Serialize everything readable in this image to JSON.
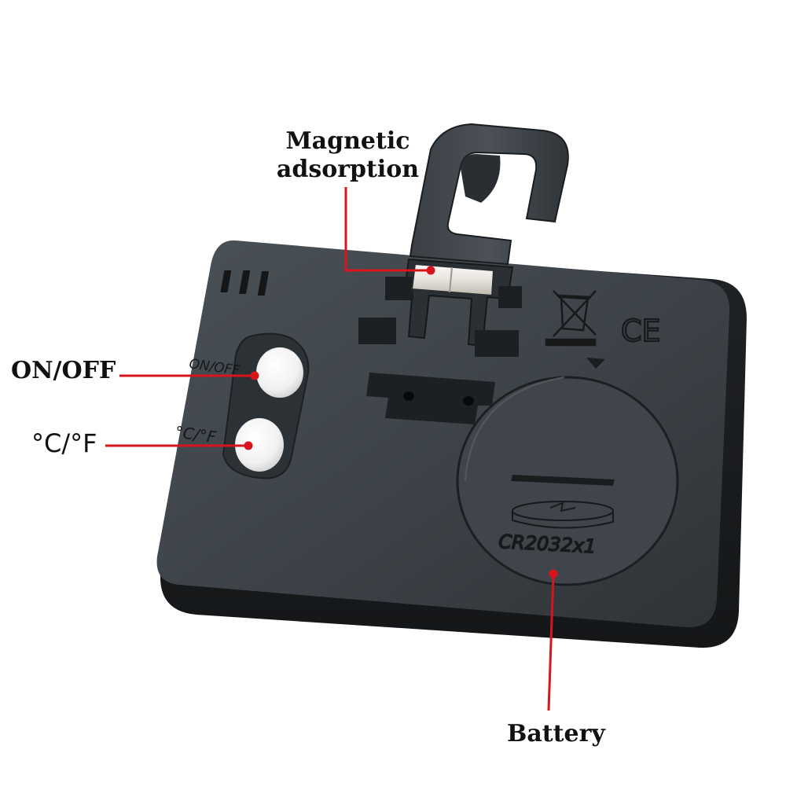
{
  "callouts": {
    "magnetic_line1": "Magnetic",
    "magnetic_line2": "adsorption",
    "on_off": "ON/OFF",
    "celsius_fahrenheit": "°C/°F",
    "battery": "Battery"
  },
  "device": {
    "button_label_on_off": "ON/OFF",
    "button_label_cf": "°C/°F",
    "ce_mark": "CE",
    "battery_model": "CR2032x1"
  },
  "colors": {
    "leader_line": "#d8141c",
    "device_body": "#40464c",
    "background": "#ffffff"
  }
}
